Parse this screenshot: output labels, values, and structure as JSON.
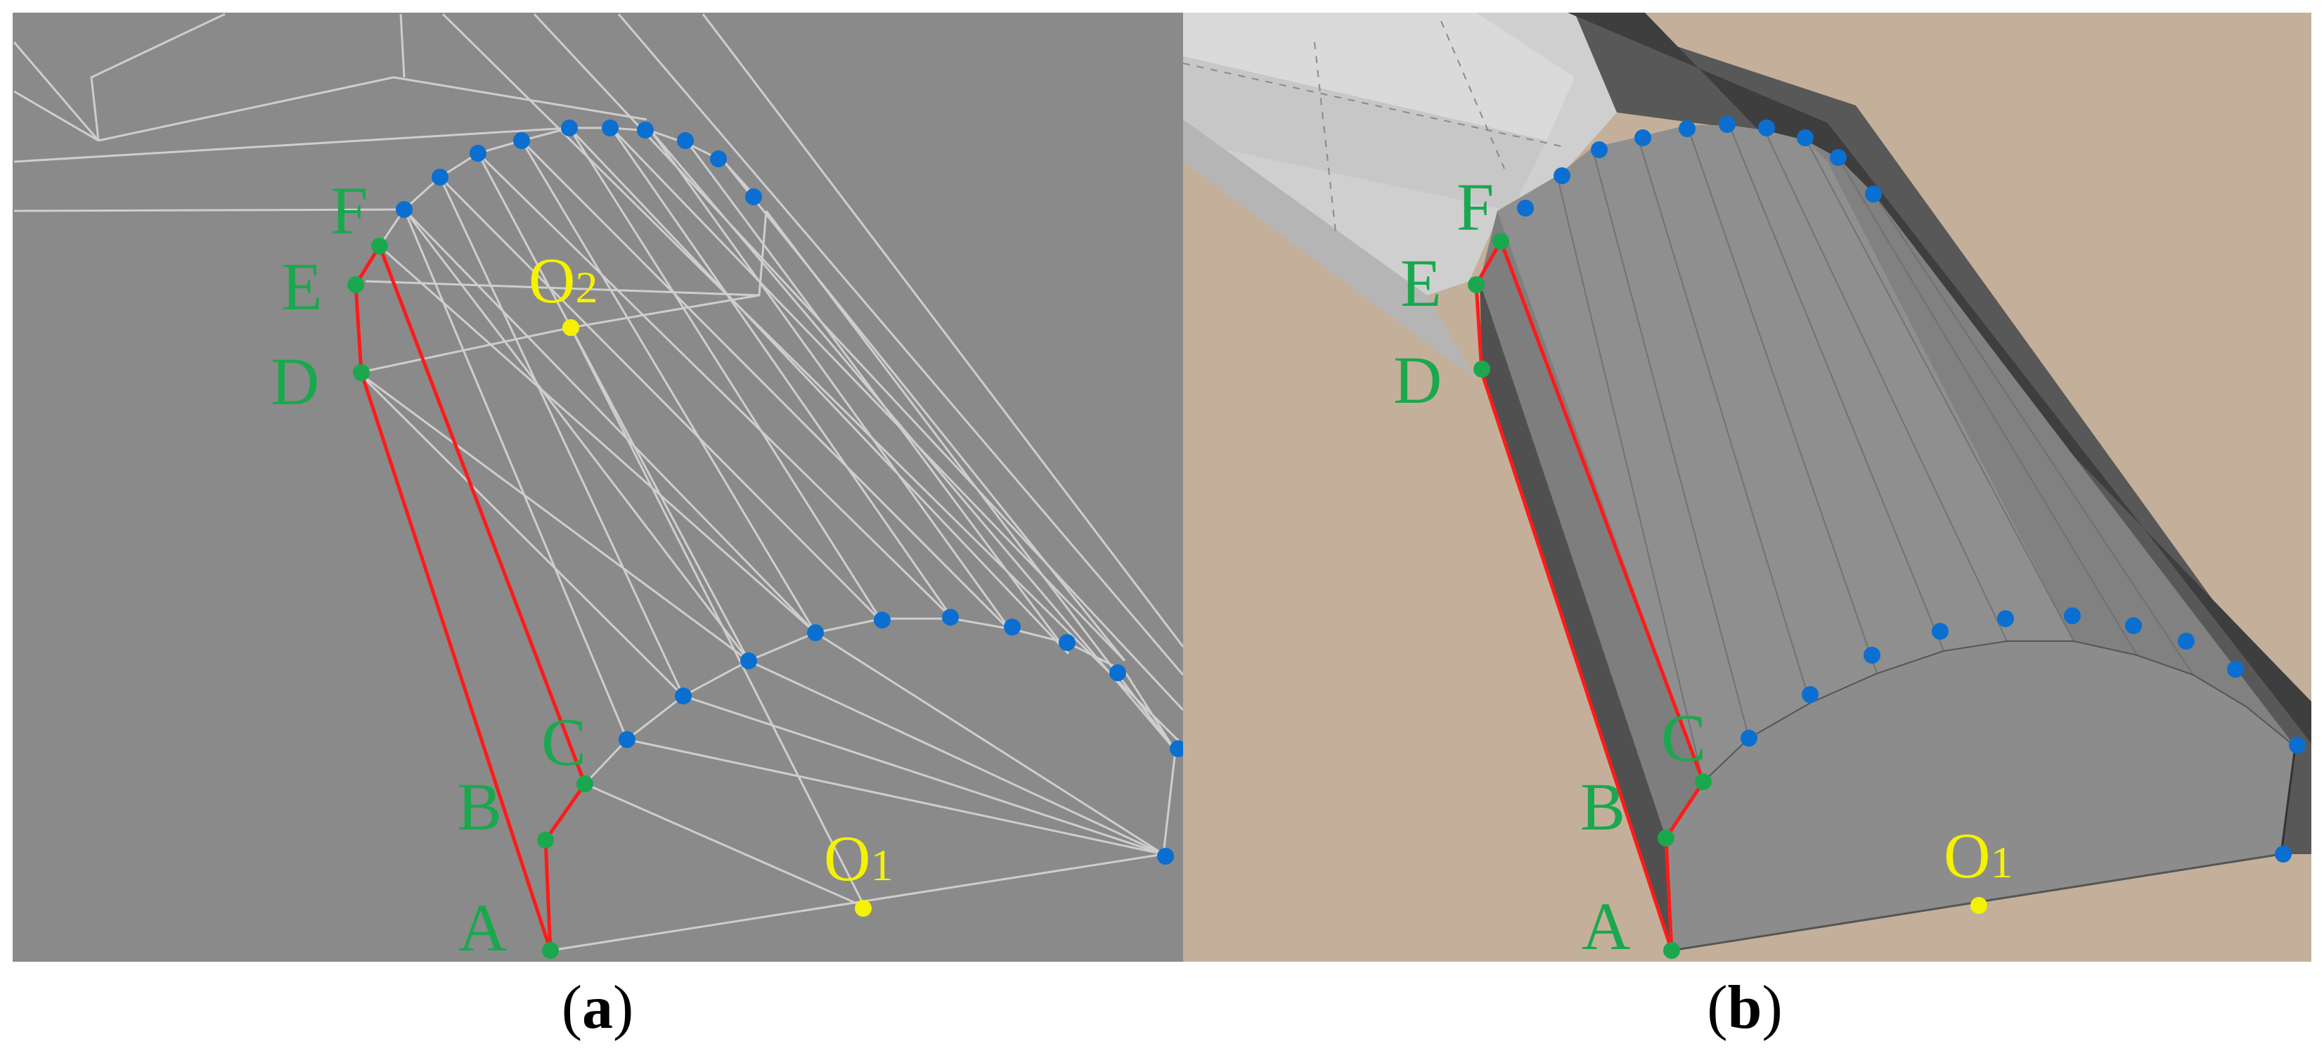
{
  "panels": [
    {
      "id": "a",
      "caption_open": "(",
      "caption_letter": "a",
      "caption_close": ")",
      "mode": "wireframe",
      "background": "#8a8a8a",
      "labels": {
        "A": "A",
        "B": "B",
        "C": "C",
        "D": "D",
        "E": "E",
        "F": "F",
        "O1": "O",
        "O1_sub": "1",
        "O2": "O",
        "O2_sub": "2"
      }
    },
    {
      "id": "b",
      "caption_open": "(",
      "caption_letter": "b",
      "caption_close": ")",
      "mode": "shaded",
      "background": "#c4b09a",
      "labels": {
        "A": "A",
        "B": "B",
        "C": "C",
        "D": "D",
        "E": "E",
        "F": "F",
        "O1": "O",
        "O1_sub": "1"
      }
    }
  ],
  "colors": {
    "outline": "#ff1a1a",
    "key_point": "#1aa84e",
    "arc_point": "#0a6fd0",
    "center_point": "#f5f200",
    "wire": "#d6d6d6"
  },
  "icons": {
    "arc_point": "blue-dot",
    "key_point": "green-dot",
    "center_point": "yellow-dot"
  }
}
